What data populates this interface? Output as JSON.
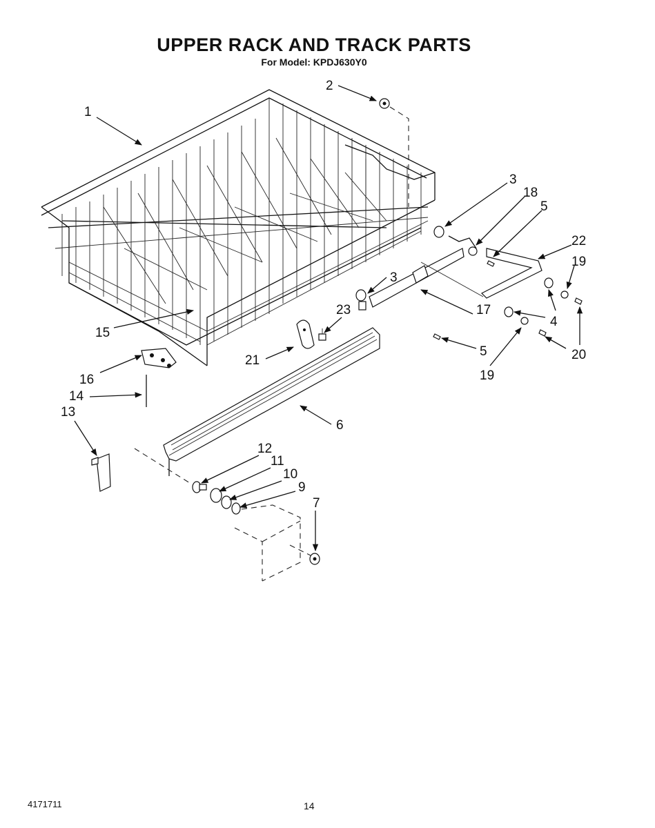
{
  "header": {
    "title": "UPPER RACK AND TRACK PARTS",
    "subtitle": "For Model: KPDJ630Y0"
  },
  "callouts": {
    "c1": "1",
    "c2": "2",
    "c3a": "3",
    "c3b": "3",
    "c4": "4",
    "c5a": "5",
    "c5b": "5",
    "c6": "6",
    "c7": "7",
    "c9": "9",
    "c10": "10",
    "c11": "11",
    "c12": "12",
    "c13": "13",
    "c14": "14",
    "c15": "15",
    "c16": "16",
    "c17": "17",
    "c18": "18",
    "c19a": "19",
    "c19b": "19",
    "c20": "20",
    "c21": "21",
    "c22": "22",
    "c23": "23"
  },
  "footer": {
    "doc_number": "4171711",
    "page_number": "14"
  }
}
